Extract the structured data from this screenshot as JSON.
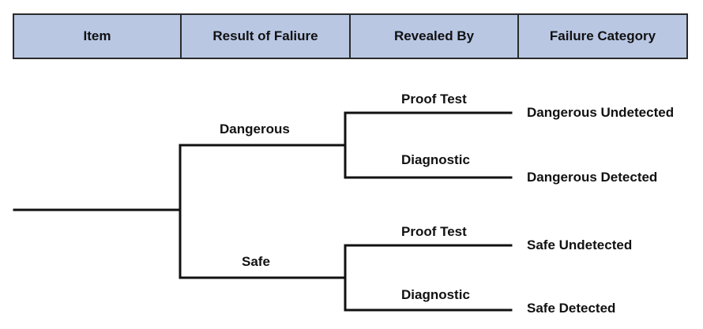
{
  "header": {
    "columns": [
      "Item",
      "Result of Faliure",
      "Revealed By",
      "Failure Category"
    ]
  },
  "tree": {
    "results": {
      "dangerous": "Dangerous",
      "safe": "Safe"
    },
    "revealed_by": {
      "dangerous_proof_test": "Proof Test",
      "dangerous_diagnostic": "Diagnostic",
      "safe_proof_test": "Proof Test",
      "safe_diagnostic": "Diagnostic"
    },
    "categories": {
      "dangerous_undetected": "Dangerous Undetected",
      "dangerous_detected": "Dangerous Detected",
      "safe_undetected": "Safe Undetected",
      "safe_detected": "Safe Detected"
    }
  }
}
